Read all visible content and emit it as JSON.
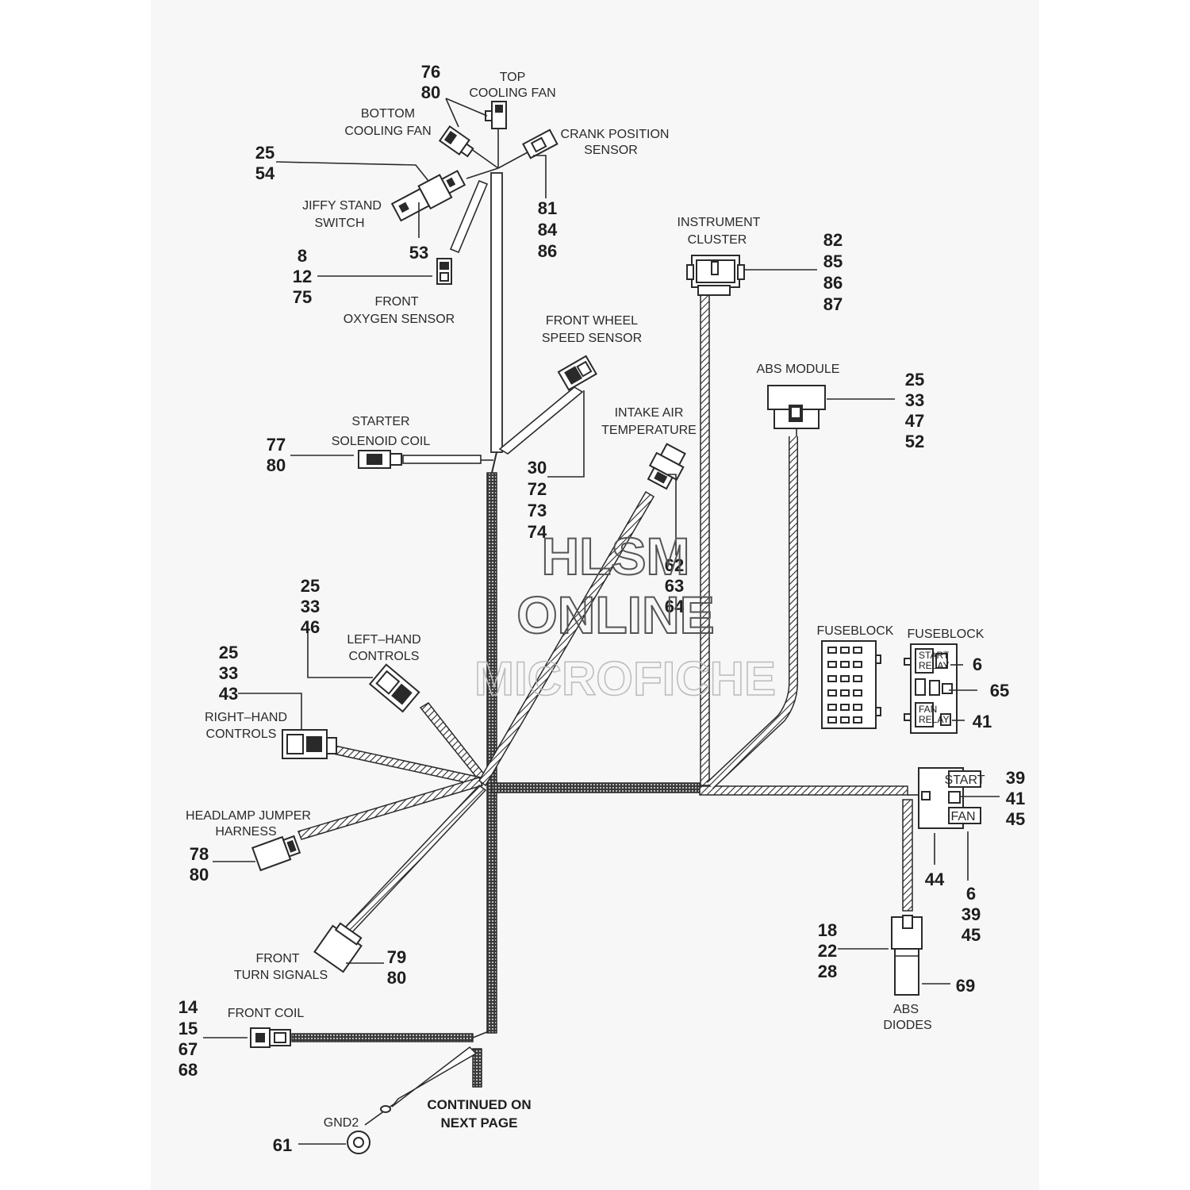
{
  "colors": {
    "ink": "#2a2a2a",
    "paper": "#ffffff",
    "watermark": "#555555"
  },
  "components": {
    "top_cooling_fan": {
      "label": [
        "TOP",
        "COOLING FAN"
      ],
      "refs": [
        "76",
        "80"
      ]
    },
    "bottom_cooling_fan": {
      "label": [
        "BOTTOM",
        "COOLING FAN"
      ]
    },
    "crank_position_sensor": {
      "label": [
        "CRANK POSITION",
        "SENSOR"
      ],
      "refs": [
        "81",
        "84",
        "86"
      ]
    },
    "jiffy_stand_switch": {
      "label": [
        "JIFFY STAND",
        "SWITCH"
      ],
      "refs": [
        "25",
        "54"
      ],
      "ref2": [
        "53"
      ]
    },
    "front_oxygen_sensor": {
      "label": [
        "FRONT",
        "OXYGEN SENSOR"
      ],
      "refs": [
        "8",
        "12",
        "75"
      ]
    },
    "instrument_cluster": {
      "label": [
        "INSTRUMENT",
        "CLUSTER"
      ],
      "refs": [
        "82",
        "85",
        "86",
        "87"
      ]
    },
    "front_wheel_speed_sensor": {
      "label": [
        "FRONT WHEEL",
        "SPEED SENSOR"
      ],
      "refs": [
        "30",
        "72",
        "73",
        "74"
      ]
    },
    "abs_module": {
      "label": [
        "ABS MODULE"
      ],
      "refs": [
        "25",
        "33",
        "47",
        "52"
      ]
    },
    "starter_solenoid_coil": {
      "label": [
        "STARTER",
        "SOLENOID COIL"
      ],
      "refs": [
        "77",
        "80"
      ]
    },
    "intake_air_temperature": {
      "label": [
        "INTAKE AIR",
        "TEMPERATURE"
      ],
      "refs": [
        "62",
        "63",
        "64"
      ]
    },
    "left_hand_controls": {
      "label": [
        "LEFT–HAND",
        "CONTROLS"
      ],
      "refs": [
        "25",
        "33",
        "46"
      ]
    },
    "right_hand_controls": {
      "label": [
        "RIGHT–HAND",
        "CONTROLS"
      ],
      "refs": [
        "25",
        "33",
        "43"
      ]
    },
    "headlamp_jumper_harness": {
      "label": [
        "HEADLAMP JUMPER",
        "HARNESS"
      ],
      "refs": [
        "78",
        "80"
      ]
    },
    "front_turn_signals": {
      "label": [
        "FRONT",
        "TURN SIGNALS"
      ],
      "refs": [
        "79",
        "80"
      ]
    },
    "front_coil": {
      "label": [
        "FRONT COIL"
      ],
      "refs": [
        "14",
        "15",
        "67",
        "68"
      ]
    },
    "gnd2": {
      "label": [
        "GND2"
      ],
      "refs": [
        "61"
      ]
    },
    "fuseblock_left": {
      "label": [
        "FUSEBLOCK"
      ]
    },
    "fuseblock_right": {
      "label": [
        "FUSEBLOCK"
      ],
      "refs_a": [
        "6"
      ],
      "refs_b": [
        "65"
      ],
      "refs_c": [
        "41"
      ],
      "relay_start": [
        "START",
        "RELAY"
      ],
      "relay_fan": [
        "FAN",
        "RELAY"
      ]
    },
    "relay_block": {
      "start": "START",
      "fan": "FAN",
      "refs_right": [
        "39",
        "41",
        "45"
      ],
      "refs_bottom_left": [
        "44"
      ],
      "refs_bottom_right": [
        "6",
        "39",
        "45"
      ]
    },
    "abs_diodes": {
      "label": [
        "ABS",
        "DIODES"
      ],
      "refs_left": [
        "18",
        "22",
        "28"
      ],
      "refs_right": [
        "69"
      ]
    }
  },
  "continued": [
    "CONTINUED ON",
    "NEXT PAGE"
  ],
  "watermark": [
    "HLSM",
    "ONLINE",
    "MICROFICHE"
  ]
}
